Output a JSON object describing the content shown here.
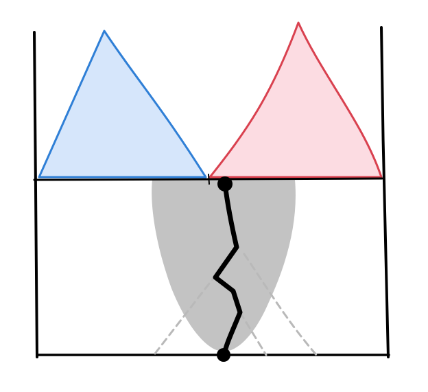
{
  "diagram": {
    "colors": {
      "background": "#ffffff",
      "frame": "#000000",
      "blue_fill": "#d6e6fb",
      "blue_stroke": "#2f7fd6",
      "pink_fill": "#fcdce2",
      "pink_stroke": "#d9414f",
      "gray_region": "#c3c3c3",
      "dashed_path": "#b9b9b9",
      "crack_path": "#000000"
    },
    "elements": [
      "left-triangle",
      "right-triangle",
      "gray-region",
      "dashed-lines",
      "crack-path",
      "endpoint-dots"
    ]
  }
}
